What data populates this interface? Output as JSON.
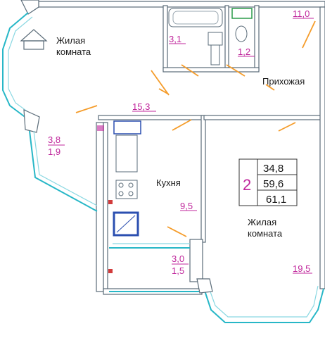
{
  "rooms": {
    "living_top": {
      "label_line1": "Жилая",
      "label_line2": "комната",
      "area": "15,3"
    },
    "bathroom": {
      "area": "3,1"
    },
    "toilet": {
      "area": "1,2"
    },
    "hall": {
      "label": "Прихожая",
      "area": "11,0"
    },
    "balcony_left": {
      "area_a": "3,8",
      "area_b": "1,9"
    },
    "kitchen": {
      "label": "Кухня",
      "area": "9,5"
    },
    "loggia": {
      "area_a": "3,0",
      "area_b": "1,5"
    },
    "living_right": {
      "label_line1": "Жилая",
      "label_line2": "комната",
      "area": "19,5"
    }
  },
  "summary": {
    "rooms_count": "2",
    "living_area": "34,8",
    "total_area": "59,6",
    "total_with_balcony": "61,1"
  },
  "colors": {
    "wall": "#5a6b78",
    "glass": "#27b7c7",
    "door": "#f59c2a",
    "area_text": "#c0279c",
    "fixture_blue": "#2b4fb0"
  }
}
